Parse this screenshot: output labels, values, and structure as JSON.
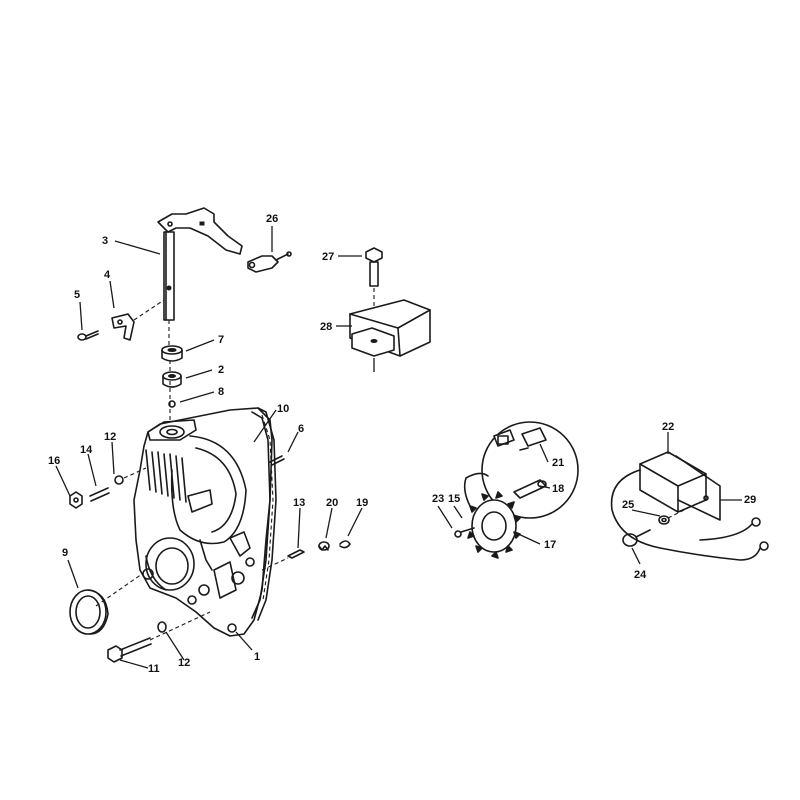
{
  "callouts": [
    {
      "id": "c1",
      "label": "1"
    },
    {
      "id": "c2",
      "label": "2"
    },
    {
      "id": "c3",
      "label": "3"
    },
    {
      "id": "c4",
      "label": "4"
    },
    {
      "id": "c5",
      "label": "5"
    },
    {
      "id": "c6",
      "label": "6"
    },
    {
      "id": "c7",
      "label": "7"
    },
    {
      "id": "c8",
      "label": "8"
    },
    {
      "id": "c9",
      "label": "9"
    },
    {
      "id": "c10",
      "label": "10"
    },
    {
      "id": "c11",
      "label": "11"
    },
    {
      "id": "c12a",
      "label": "12"
    },
    {
      "id": "c12b",
      "label": "12"
    },
    {
      "id": "c13",
      "label": "13"
    },
    {
      "id": "c14",
      "label": "14"
    },
    {
      "id": "c15",
      "label": "15"
    },
    {
      "id": "c16",
      "label": "16"
    },
    {
      "id": "c17",
      "label": "17"
    },
    {
      "id": "c18",
      "label": "18"
    },
    {
      "id": "c19",
      "label": "19"
    },
    {
      "id": "c20",
      "label": "20"
    },
    {
      "id": "c21",
      "label": "21"
    },
    {
      "id": "c22",
      "label": "22"
    },
    {
      "id": "c23",
      "label": "23"
    },
    {
      "id": "c24",
      "label": "24"
    },
    {
      "id": "c25",
      "label": "25"
    },
    {
      "id": "c26",
      "label": "26"
    },
    {
      "id": "c27",
      "label": "27"
    },
    {
      "id": "c28",
      "label": "28"
    },
    {
      "id": "c29",
      "label": "29"
    }
  ],
  "colors": {
    "ink": "#1a1a1a",
    "background": "#ffffff"
  }
}
